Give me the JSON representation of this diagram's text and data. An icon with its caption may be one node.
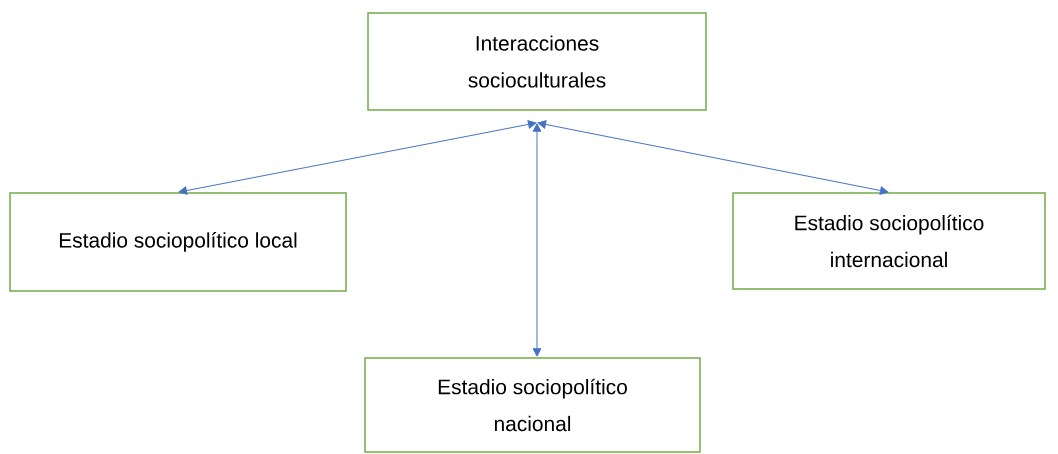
{
  "diagram": {
    "nodes": [
      {
        "text": [
          "Interacciones socioculturales"
        ]
      },
      {
        "text": [
          "Estadio sociopolítico local"
        ]
      },
      {
        "text": [
          "Estadio sociopolítico internacional"
        ]
      },
      {
        "text": [
          "Estadio sociopolítico nacional"
        ]
      }
    ],
    "edges": [
      {
        "from": 0,
        "to": 1,
        "arrow": "both"
      },
      {
        "from": 0,
        "to": 3,
        "arrow": "both"
      },
      {
        "from": 0,
        "to": 2,
        "arrow": "both"
      }
    ]
  }
}
